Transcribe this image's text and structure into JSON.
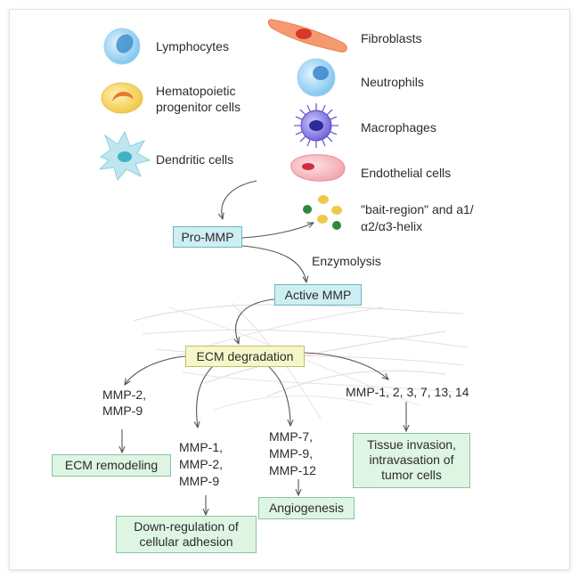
{
  "cells": {
    "lymphocytes": "Lymphocytes",
    "hematopoietic_1": "Hematopoietic",
    "hematopoietic_2": "progenitor cells",
    "dendritic": "Dendritic cells",
    "fibroblasts": "Fibroblasts",
    "neutrophils": "Neutrophils",
    "macrophages": "Macrophages",
    "endothelial": "Endothelial cells"
  },
  "flow": {
    "bait_1": "\"bait-region\" and a1/",
    "bait_2": "α2/α3-helix",
    "pro_mmp": "Pro-MMP",
    "enzymolysis": "Enzymolysis",
    "active_mmp": "Active MMP",
    "ecm_degradation": "ECM degradation"
  },
  "branches": {
    "mmp_2_9": [
      "MMP-2,",
      "MMP-9"
    ],
    "mmp_1_2_9": [
      "MMP-1,",
      "MMP-2,",
      "MMP-9"
    ],
    "mmp_7_9_12": [
      "MMP-7,",
      "MMP-9,",
      "MMP-12"
    ],
    "mmp_1_to_14": "MMP-1, 2, 3, 7, 13, 14"
  },
  "outcomes": {
    "ecm_remodeling": "ECM remodeling",
    "down_regulation": [
      "Down-regulation of",
      "cellular adhesion"
    ],
    "angiogenesis": "Angiogenesis",
    "tissue_invasion": [
      "Tissue invasion,",
      "intravasation of",
      "tumor cells"
    ]
  },
  "colors": {
    "cyan_box": "#cdeef2",
    "mint_box": "#def5e4",
    "yellow_box": "#f6f7c9",
    "arrow": "#555555"
  },
  "icons": [
    "lymphocyte-icon",
    "hematopoietic-cell-icon",
    "dendritic-cell-icon",
    "fibroblast-icon",
    "neutrophil-icon",
    "macrophage-icon",
    "endothelial-cell-icon",
    "bait-region-dots-icon",
    "ecm-fibers-icon"
  ]
}
